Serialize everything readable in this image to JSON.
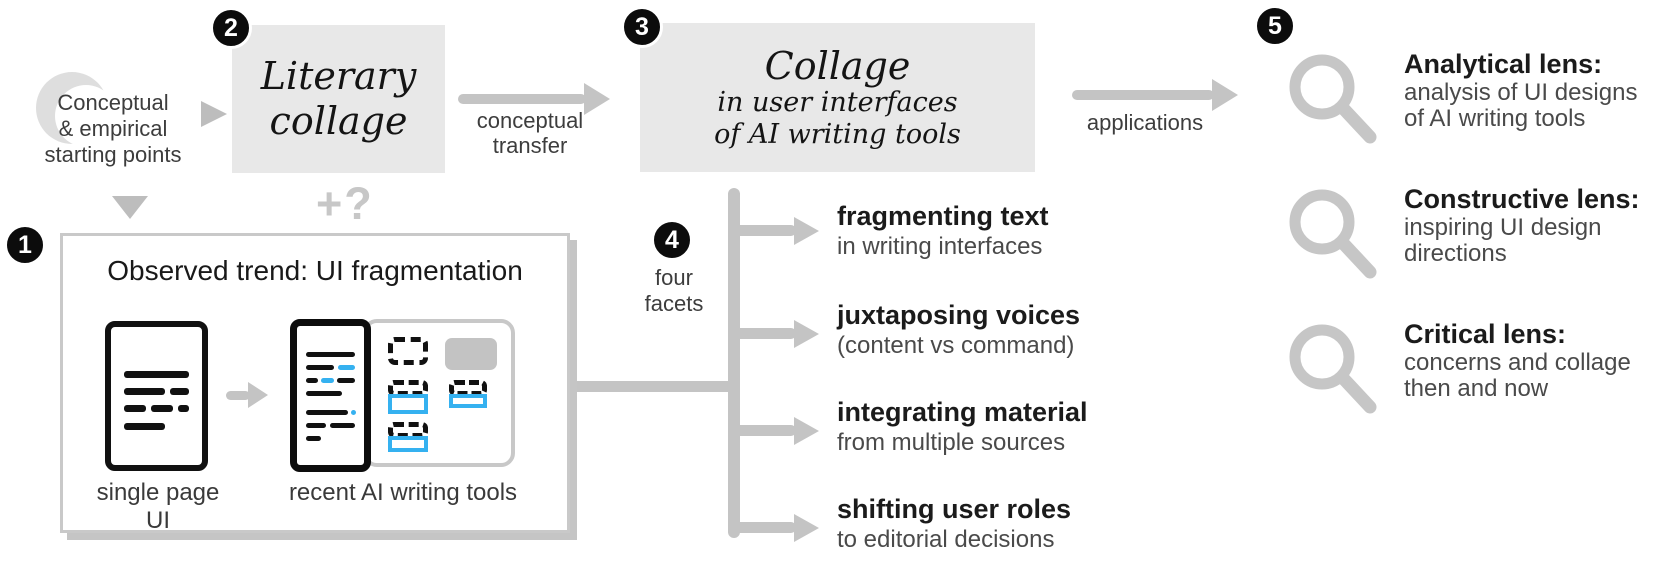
{
  "figure": {
    "badges": {
      "b1": "1",
      "b2": "2",
      "b3": "3",
      "b4": "4",
      "b5": "5"
    },
    "start": {
      "lines": [
        "Conceptual",
        "& empirical",
        "starting points"
      ]
    },
    "literary_box": {
      "line1": "Literary",
      "line2": "collage"
    },
    "plus_question": "+?",
    "transfer_arrow": {
      "line1": "conceptual",
      "line2": "transfer"
    },
    "collage_box": {
      "title": "Collage",
      "line1": "in user interfaces",
      "line2": "of AI writing tools"
    },
    "applications_arrow": {
      "label": "applications"
    },
    "observed_box": {
      "title": "Observed trend: UI fragmentation",
      "caption_left": "single page UI",
      "caption_right": "recent AI writing tools"
    },
    "facets": {
      "label_line1": "four",
      "label_line2": "facets",
      "items": [
        {
          "title": "fragmenting text",
          "subtitle": "in writing interfaces"
        },
        {
          "title": "juxtaposing voices",
          "subtitle": "(content vs command)"
        },
        {
          "title": "integrating material",
          "subtitle": "from multiple sources"
        },
        {
          "title": "shifting user roles",
          "subtitle": "to editorial decisions"
        }
      ]
    },
    "lenses": [
      {
        "title": "Analytical lens:",
        "line1": "analysis of UI designs",
        "line2": "of AI writing tools"
      },
      {
        "title": "Constructive lens:",
        "line1": "inspiring UI design",
        "line2": "directions"
      },
      {
        "title": "Critical lens:",
        "line1": "concerns and collage",
        "line2": "then and now"
      }
    ],
    "icons": {
      "lens_icon": "magnifier-icon",
      "start_icon": "crescent-icon",
      "flow_icon": "arrow-right-icon"
    },
    "colors": {
      "accent_blue": "#35b1f0",
      "box_gray": "#e8e8e8",
      "line_gray": "#c4c4c4",
      "text_dark": "#1b1b1b",
      "text_body": "#4a4a4a"
    }
  }
}
